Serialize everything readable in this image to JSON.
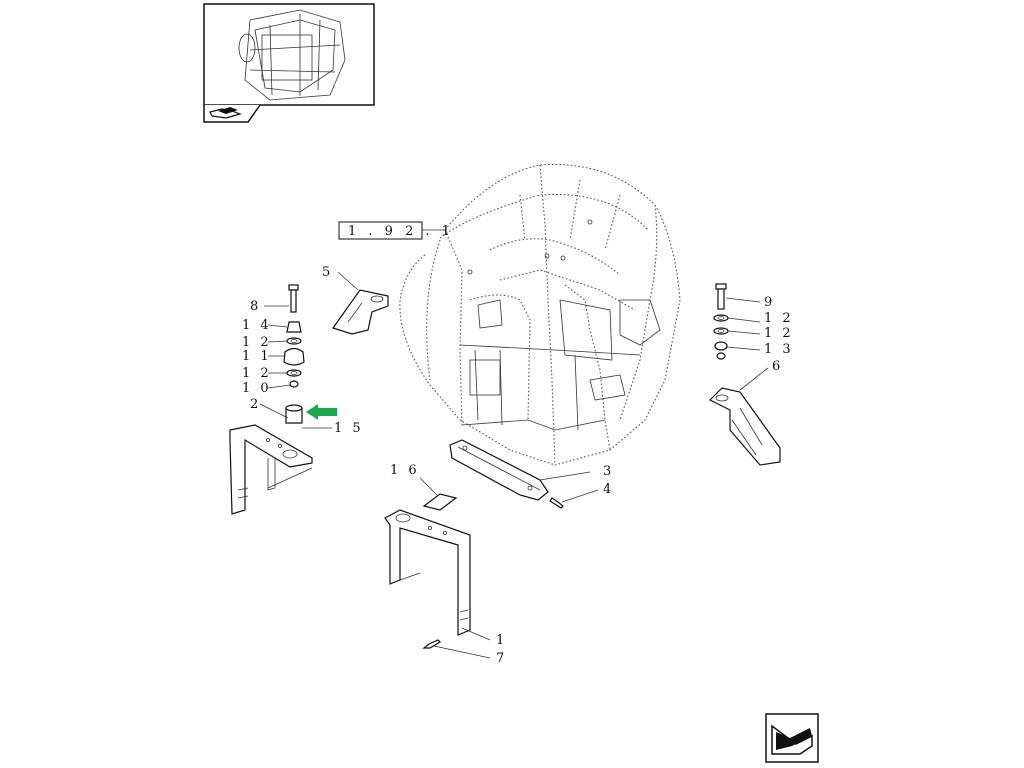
{
  "reference": "1 . 9 2 . 1",
  "callouts": {
    "c1": "1",
    "c2": "2",
    "c3": "3",
    "c4": "4",
    "c5": "5",
    "c6": "6",
    "c7": "7",
    "c8": "8",
    "c9": "9",
    "c10": "1 0",
    "c12a": "1 2",
    "c12b": "1 2",
    "c12c": "1 2",
    "c12d": "1 2",
    "c13": "1 3",
    "c11": "1 1",
    "c14": "1 4",
    "c15": "1 5",
    "c16": "1 6"
  },
  "colors": {
    "arrow": "#1aa84a",
    "ink": "#111111"
  },
  "icons": {
    "thumbnail": "cab-frame-thumbnail",
    "thumbnail_nav": "arrow-to-book-icon",
    "next_page": "next-page-arrow-icon"
  }
}
